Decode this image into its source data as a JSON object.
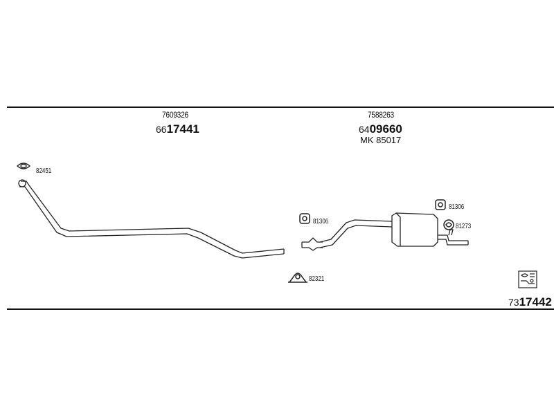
{
  "parts": {
    "front_pipe": {
      "ref": "7609326",
      "code_prefix": "66",
      "code_main": "17441"
    },
    "rear_silencer": {
      "ref": "7588263",
      "code_prefix": "64",
      "code_main": "09660",
      "kit": "MK  85017"
    },
    "kit_total": {
      "code_prefix": "73",
      "code_main": "17442"
    }
  },
  "accessories": {
    "gasket": "82451",
    "hanger_left": "81306",
    "hanger_right": "81306",
    "mount_right": "81273",
    "clamp": "82321"
  }
}
